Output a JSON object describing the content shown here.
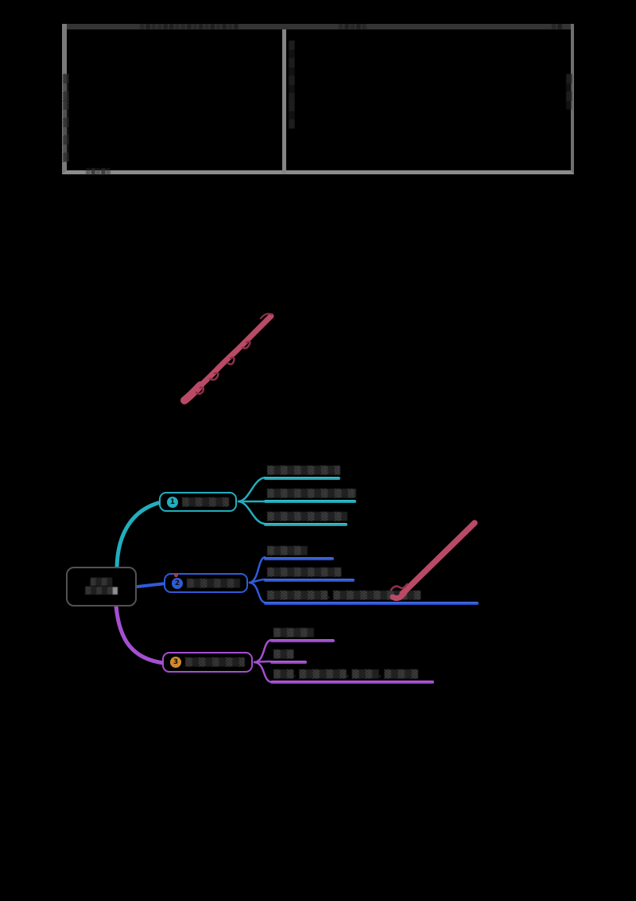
{
  "page": {
    "background": "#000000"
  },
  "table": {
    "columns": 2,
    "border_color": "#7a7a7a",
    "bottom_border_color": "#8c8c8c",
    "header_strip_color": "#343434",
    "illegible_fragments": {
      "header_left": "▒▓▒▒▓▓▒▒▓▒▓▒▓▒▓▒▓",
      "header_right": "▒▓▒▓▒",
      "header_far_right": "▒▓",
      "left_edge_vertical": "▓▒▓▓▒▓▒▓▒▓",
      "divider_right_vertical": "▓▒ ▓▒ ▓ ▒▓ ▓▒ ▓",
      "right_edge_vertical": "▓▒▓▒",
      "below_bottom_left": "▒▓▒▓▒"
    }
  },
  "annotations": {
    "ink_color": "#b94a66",
    "ink_color_dark": "#8e3049",
    "marks": [
      "diagonal-handwriting-scribble",
      "long-check-stroke-over-blue-item",
      "small-scribble-over-blue-item",
      "red-dot-on-branch2-badge"
    ]
  },
  "mindmap": {
    "root": {
      "line1": "▓▒▓▒",
      "line2": "▓▒▓▒▓",
      "highlight": "█",
      "text_color": "#3e3e3e",
      "highlight_color": "#8f8f8f",
      "border_color": "#525252"
    },
    "branches": [
      {
        "badge": "1",
        "badge_color": "#21aebd",
        "color": "#21aebd",
        "label": "▓▒▓▒▓▒▓▒▓",
        "items": [
          {
            "label": "▓▒▓▒▓▒▓▒▓▒▓"
          },
          {
            "label": "▓▒▓▒▓▒▓▒▓▒▓▒▓▒"
          },
          {
            "label": "▓▒▓▒▓▒▓▒▓▒▓▒▓"
          }
        ]
      },
      {
        "badge": "2",
        "badge_color": "#2e5bd8",
        "color": "#2e5bd8",
        "label": "▓▒▓▒▓▒▓▒▓▒",
        "items": [
          {
            "label": "▓▒▓▒▓▒"
          },
          {
            "label": "▓▒▓▒▓▒▓▒▓▒▓"
          },
          {
            "label": "▓▒▓▒▓▒▓▒▓, ▓▒▓▒▓▒▓▒▓▒▓▒▓"
          }
        ]
      },
      {
        "badge": "3",
        "badge_color": "#d08a2e",
        "color": "#a44fd0",
        "label": "▓▒▓▒▓▒▓▒▓▒▓",
        "items": [
          {
            "label": "▓▒▓▒▓▒"
          },
          {
            "label": "▓▒▓"
          },
          {
            "label": "▓▒▓. ▓▒▓▒▓▒▓, ▓▒▓▒, ▓▒▓▒▓"
          }
        ]
      }
    ]
  }
}
